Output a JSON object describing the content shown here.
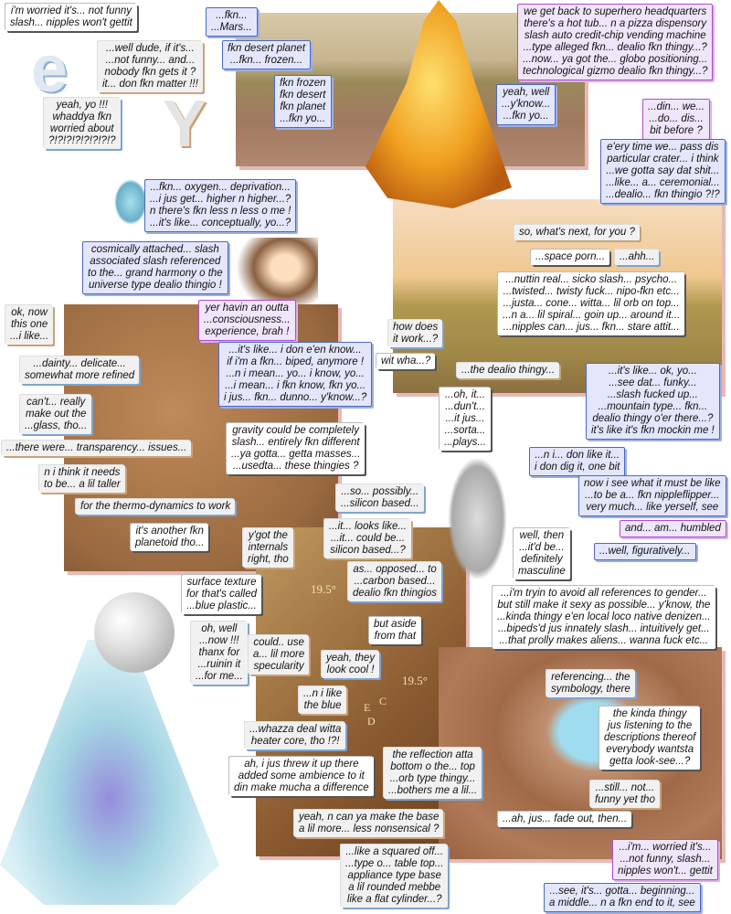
{
  "letters": {
    "e": "e",
    "y": "Y"
  },
  "bubbles": [
    "i'm worried it's... not funny\nslash... nipples won't gettit",
    "...well dude, if it's...\n...not funny... and...\nnobody fkn gets it ?\nit... don fkn matter !!!",
    "yeah, yo !!!\nwhaddya fkn\nworried about\n?!?!?!?!?!?!?!?",
    "...fkn...\n...Mars...",
    "fkn desert planet\n...fkn... frozen...",
    "fkn frozen\nfkn desert\nfkn planet\n...fkn yo...",
    "we get back to superhero headquarters\nthere's a hot tub... n a pizza dispensory\nslash auto credit-chip vending machine\n...type alleged fkn... dealio fkn thingy...?\n...now... ya got the... globo positioning...\ntechnological gizmo dealio fkn thingy...?",
    "yeah, well\n...y'know...\n...fkn yo...",
    "...din... we...\n...do... dis...\nbit before ?",
    "e'ery time we... pass dis\nparticular crater... i think\n...we gotta say dat shit...\n...like... a... ceremonial...\n...dealio... fkn thingio ?!?",
    "...fkn... oxygen... deprivation...\n...i jus get... higher n higher...?\nn there's fkn less n less o me !\n...it's like... conceptually, yo...?",
    "cosmically attached... slash\nassociated slash referenced\nto the... grand harmony o the\nuniverse type dealio thingio !",
    "yer havin an outta\n...consciousness...\nexperience, brah !",
    "ok, now\nthis one\n...i like...",
    "...dainty... delicate...\nsomewhat more refined",
    "...it's like... i don e'en know...\nif i'm a fkn... biped, anymore !\n...n i mean... yo... i know, yo...\n...i mean... i fkn know, fkn yo...\ni jus... fkn... dunno... y'know...?",
    "can't... really\nmake out the\n...glass, tho...",
    "...there were... transparency... issues...",
    "gravity could be completely\nslash... entirely fkn different\n...ya gotta... getta masses...\n...usedta... these thingies ?",
    "n i think it needs\nto be... a lil taller",
    "for the thermo-dynamics to work",
    "it's another fkn\nplanetoid tho...",
    "y'got the\ninternals\nright, tho",
    "...so... possibly...\n...silicon based...",
    "...it... looks like...\n...it... could be...\nsilicon based...?",
    "as... opposed... to\n...carbon based...\ndealio fkn thingios",
    "surface texture\nfor that's called\n...blue plastic...",
    "oh, well\n...now !!!\nthanx for\n...ruinin it\n...for me...",
    "could.. use\na... lil more\nspecularity",
    "but aside\nfrom that",
    "yeah, they\nlook cool !",
    "...n i like\nthe blue",
    "...whazza deal witta\nheater core, tho !?!",
    "ah, i jus threw it up there\nadded some ambience to it\ndin make mucha a difference",
    "the reflection atta\nbottom o the... top\n...orb type thingy...\n...bothers me a lil...",
    "yeah, n can ya make the base\na lil more... less nonsensical ?",
    "...like a squared off...\n...type o... table top...\nappliance type base\na lil rounded mebbe\nlike a flat cylinder...?",
    "so, what's next, for you ?",
    "...space porn...",
    "...ahh...",
    "...nuttin real... sicko slash... psycho...\n...twisted... twisty fuck... nipo-fkn etc...\n...justa... cone... witta... lil orb on top...\n...n a... lil spiral... goin up... around it...\n...nipples can... jus... fkn... stare attit...",
    "how does\nit work...?",
    "wit wha...?",
    "...the dealio thingy...",
    "...oh, it...\n...dun't...\n...it jus...\n...sorta...\n...plays...",
    "...it's like... ok, yo...\n...see dat... funky...\n...slash fucked up...\n...mountain type... fkn...\ndealio thingy o'er there...?\nit's like it's fkn mockin me !",
    "...n i... don like it...\ni don dig it, one bit",
    "now i see what it must be like\n...to be a... fkn nippleflipper...\nvery much... like yerself, see",
    "and... am... humbled",
    "...well, figuratively...",
    "well, then\n...it'd be...\ndefinitely\nmasculine",
    "...i'm tryin to avoid all references to gender...\nbut still make it sexy as possible... y'know, the\n...kinda thingy e'en local loco native denizen...\n...bipeds'd jus innately slash... intuitively get...\n...that prolly makes aliens... wanna fuck etc...",
    "referencing... the\nsymbology, there",
    "the kinda thingy\njus listening to the\ndescriptions thereof\neverybody wantsta\ngetta look-see...?",
    "...still... not...\nfunny yet tho",
    "...ah, jus... fade out, then...",
    "...i'm... worried it's...\n...not funny, slash...\nnipples won't... gettit",
    "...see, it's... gotta... beginning...\na middle... n a fkn end to it, see"
  ],
  "diagram_labels": {
    "angle1": "19.5°",
    "angle2": "19.5°",
    "c": "C",
    "d": "D",
    "e": "E"
  }
}
